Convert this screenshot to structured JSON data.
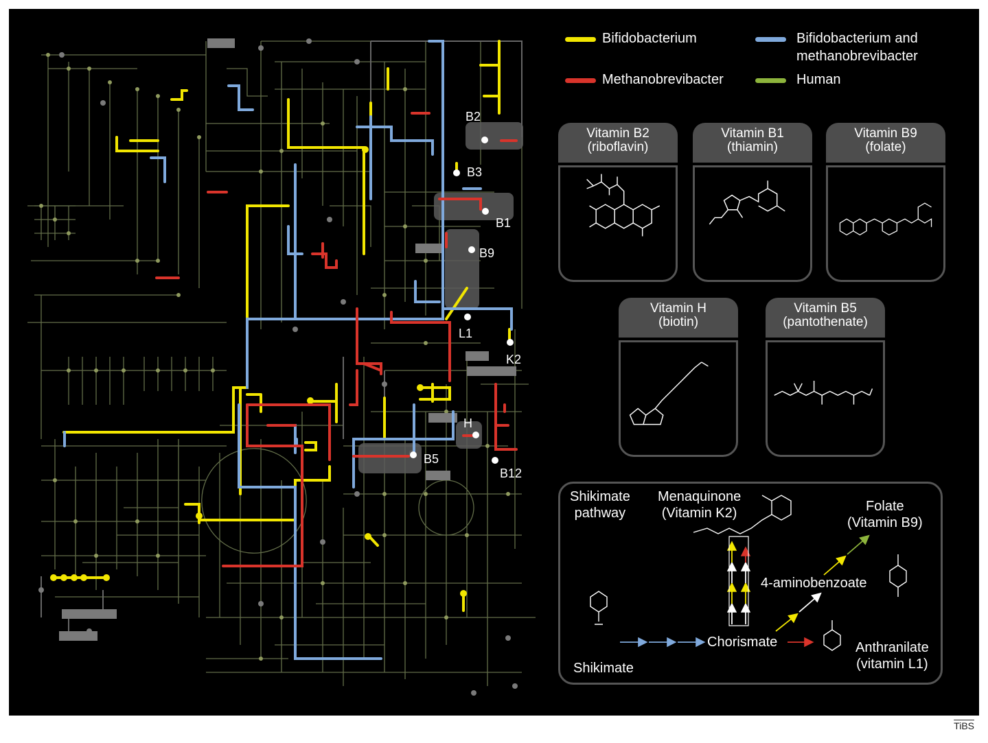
{
  "legend": {
    "items": [
      {
        "label": "Bifidobacterium",
        "color": "#f2e600"
      },
      {
        "label": "Bifidobacterium and\nmethanobrevibacter",
        "color": "#7fa9dc"
      },
      {
        "label": "Methanobrevibacter",
        "color": "#d9342b"
      },
      {
        "label": "Human",
        "color": "#8db43c"
      }
    ]
  },
  "map_labels": [
    "B2",
    "B3",
    "B1",
    "B9",
    "L1",
    "K2",
    "H",
    "B5",
    "B12"
  ],
  "vitamins": [
    {
      "title": "Vitamin B2",
      "subtitle": "(riboflavin)"
    },
    {
      "title": "Vitamin B1",
      "subtitle": "(thiamin)"
    },
    {
      "title": "Vitamin B9",
      "subtitle": "(folate)"
    },
    {
      "title": "Vitamin H",
      "subtitle": "(biotin)"
    },
    {
      "title": "Vitamin B5",
      "subtitle": "(pantothenate)"
    }
  ],
  "pathway": {
    "shikimate_pathway": "Shikimate\npathway",
    "menaquinone": "Menaquinone\n(Vitamin K2)",
    "folate": "Folate\n(Vitamin B9)",
    "aminobenzoate": "4-aminobenzoate",
    "chorismate": "Chorismate",
    "shikimate": "Shikimate",
    "anthranilate": "Anthranilate\n(vitamin L1)"
  },
  "credit": "TiBS"
}
